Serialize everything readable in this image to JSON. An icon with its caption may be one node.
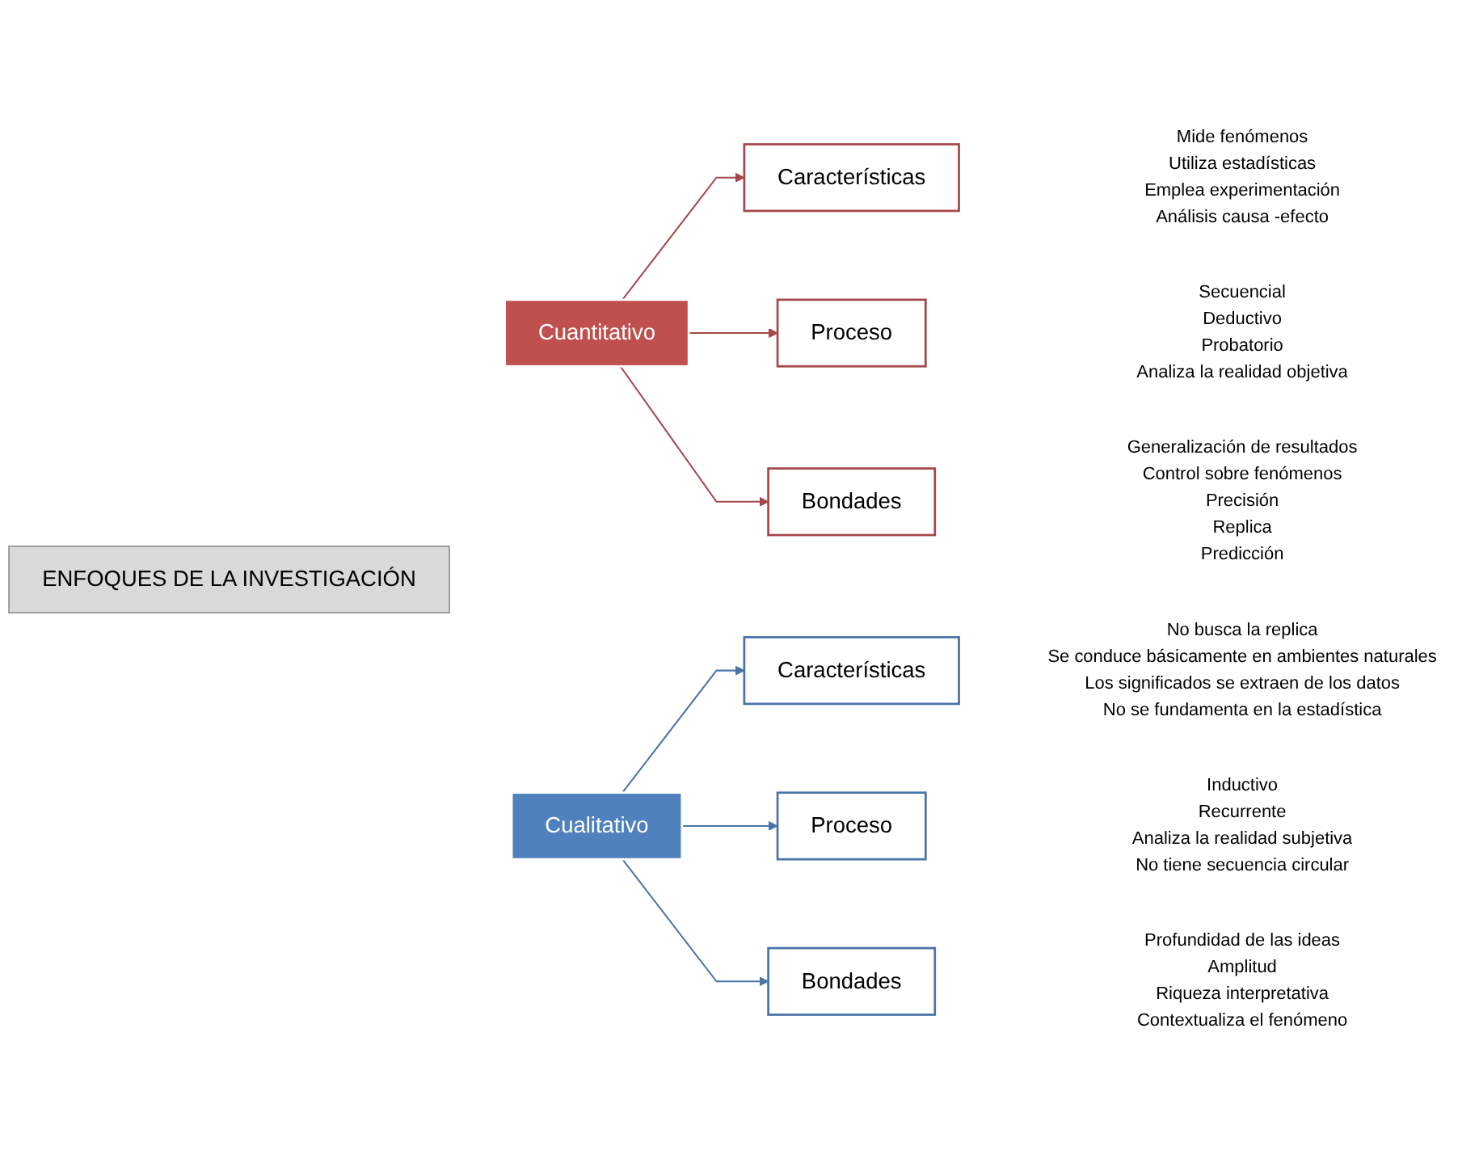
{
  "diagram": {
    "nodes": [
      {
        "text": [
          "ENFOQUES DE LA INVESTIGACIÓN"
        ]
      },
      {
        "text": [
          "Cuantitativo"
        ]
      },
      {
        "text": [
          "Características"
        ],
        "beside": [
          "Mide fenómenos",
          "Utiliza estadísticas",
          "Emplea experimentación",
          "Análisis causa -efecto"
        ]
      },
      {
        "text": [
          "Proceso"
        ],
        "beside": [
          "Secuencial",
          "Deductivo",
          "Probatorio",
          "Analiza la realidad objetiva"
        ]
      },
      {
        "text": [
          "Bondades"
        ],
        "beside": [
          "Generalización de resultados",
          "Control sobre fenómenos",
          "Precisión",
          "Replica",
          "Predicción"
        ]
      },
      {
        "text": [
          "Cualitativo"
        ]
      },
      {
        "text": [
          "Características"
        ],
        "beside": [
          "No busca la replica",
          "Se conduce básicamente en ambientes naturales",
          "Los significados se extraen de los datos",
          "No se fundamenta en la estadística"
        ]
      },
      {
        "text": [
          "Proceso"
        ],
        "beside": [
          "Inductivo",
          "Recurrente",
          "Analiza la realidad subjetiva",
          "No tiene secuencia circular"
        ]
      },
      {
        "text": [
          "Bondades"
        ],
        "beside": [
          "Profundidad de las ideas",
          "Amplitud",
          "Riqueza interpretativa",
          "Contextualiza el fenómeno"
        ]
      }
    ],
    "edges": [
      {
        "from": 1,
        "to": 2,
        "arrow": "to",
        "color": "#a5484a"
      },
      {
        "from": 1,
        "to": 3,
        "arrow": "to",
        "color": "#a5484a"
      },
      {
        "from": 1,
        "to": 4,
        "arrow": "to",
        "color": "#a5484a"
      },
      {
        "from": 5,
        "to": 6,
        "arrow": "to",
        "color": "#4a74a8"
      },
      {
        "from": 5,
        "to": 7,
        "arrow": "to",
        "color": "#4a74a8"
      },
      {
        "from": 5,
        "to": 8,
        "arrow": "to",
        "color": "#4a74a8"
      }
    ]
  }
}
